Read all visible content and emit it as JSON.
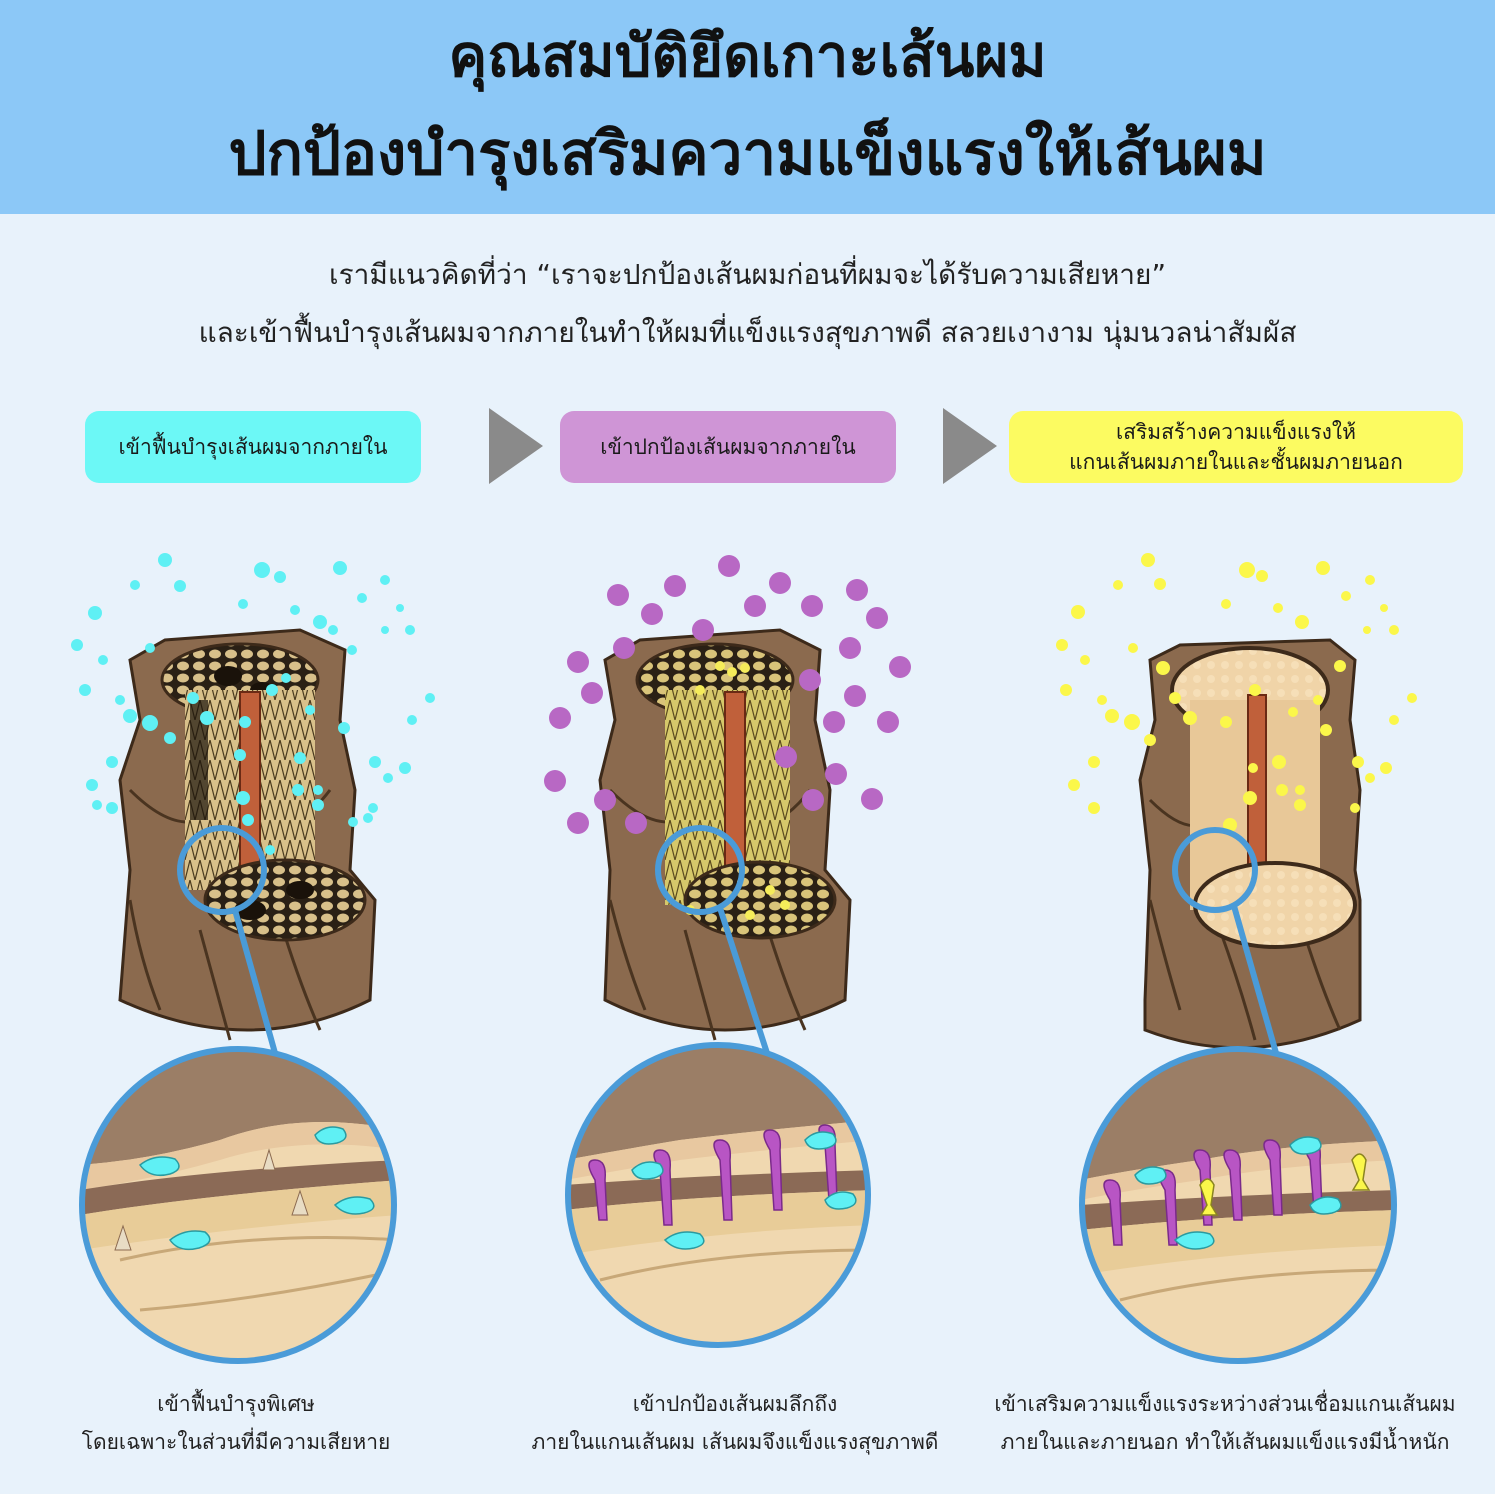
{
  "header": {
    "title_line1": "คุณสมบัติยึดเกาะเส้นผม",
    "title_line2": "ปกป้องบำรุงเสริมความแข็งแรงให้เส้นผม"
  },
  "intro": {
    "line1": "เรามีแนวคิดที่ว่า “เราจะปกป้องเส้นผมก่อนที่ผมจะได้รับความเสียหาย”",
    "line2": "และเข้าฟื้นบำรุงเส้นผมจากภายในทำให้ผมที่แข็งแรงสุขภาพดี สลวยเงางาม นุ่มนวลน่าสัมผัส"
  },
  "steps": [
    {
      "label": "เข้าฟื้นบำรุงเส้นผมจากภายใน",
      "caption_line1": "เข้าฟื้นบำรุงพิเศษ",
      "caption_line2": "โดยเฉพาะในส่วนที่มีความเสียหาย",
      "color": "#6cf8f6"
    },
    {
      "label": "เข้าปกป้องเส้นผมจากภายใน",
      "caption_line1": "เข้าปกป้องเส้นผมลึกถึง",
      "caption_line2": "ภายในแกนเส้นผม เส้นผมจึงแข็งแรงสุขภาพดี",
      "color": "#cf95d6"
    },
    {
      "label_line1": "เสริมสร้างความแข็งแรงให้",
      "label_line2": "แกนเส้นผมภายในและชั้นผมภายนอก",
      "caption_line1": "เข้าเสริมความแข็งแรงระหว่างส่วนเชื่อมแกนเส้นผม",
      "caption_line2": "ภายในและภายนอก ทำให้เส้นผมแข็งแรงมีน้ำหนัก",
      "color": "#fcfb61"
    }
  ],
  "colors": {
    "header_bg": "#8cc8f7",
    "page_bg": "#e8f2fb",
    "arrow": "#8a8a8a",
    "cuticle": "#8b6a4e",
    "cortex": "#d8c08a",
    "medulla": "#c0603a",
    "magnifier": "#4a9bd8",
    "particle_cyan": "#5ff0f4",
    "particle_purple": "#b868c4",
    "particle_yellow": "#fbf74a"
  }
}
